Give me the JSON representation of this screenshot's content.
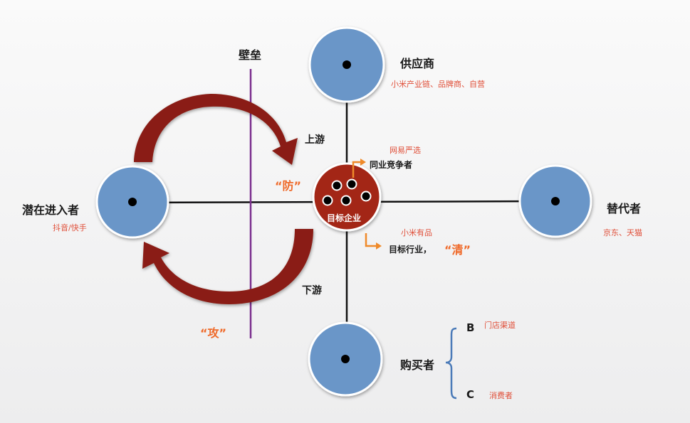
{
  "colors": {
    "node_fill": "#6a96c8",
    "center_fill": "#a32518",
    "arrow_fill": "#8a1e12",
    "barrier_line": "#7b2f8e",
    "axis_line": "#111111",
    "accent_red": "#e0503a",
    "accent_orange": "#ef6a2a",
    "bracket": "#4a7ab8"
  },
  "labels": {
    "barrier": "壁垒",
    "supplier": "供应商",
    "supplier_desc": "小米产业链、品牌商、自营",
    "substitute": "替代者",
    "substitute_desc": "京东、天猫",
    "entrant": "潜在进入者",
    "entrant_desc": "抖音/快手",
    "buyer": "购买者",
    "center": "目标企业",
    "upstream": "上游",
    "downstream": "下游",
    "defend": "“防”",
    "attack": "“攻”",
    "competitor_example": "网易严选",
    "competitor": "同业竞争者",
    "industry_example": "小米有品",
    "industry": "目标行业，",
    "clear": "“清”",
    "channel_letter": "B",
    "channel": "门店渠道",
    "consumer_letter": "C",
    "consumer": "消费者"
  },
  "icons": {
    "node_marker": "dot-icon",
    "link_arrow": "elbow-arrow-icon"
  }
}
